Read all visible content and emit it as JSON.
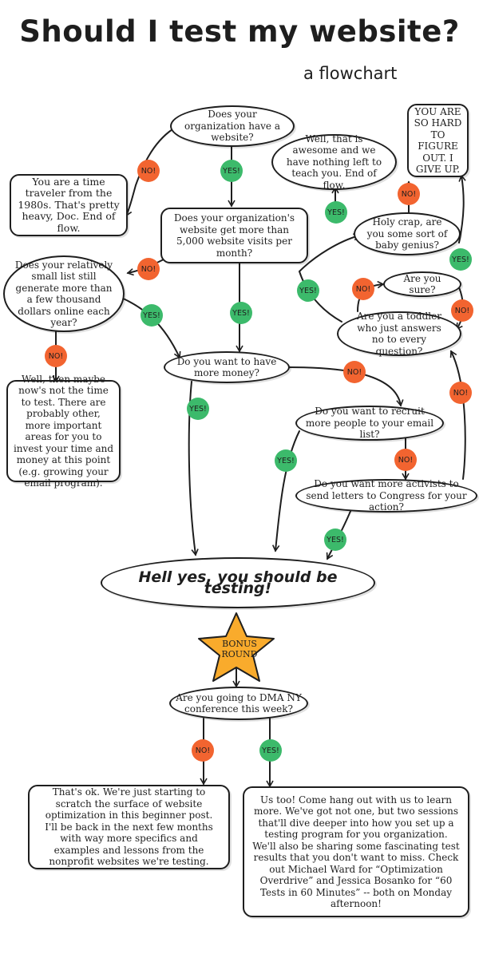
{
  "header": {
    "title": "Should I test my website?",
    "subtitle": "a flowchart"
  },
  "nodes": {
    "q_website": "Does your organization have a website?",
    "time_traveler": "You are a time traveler from the 1980s. That's pretty heavy, Doc. End of flow.",
    "q_visits": "Does your organization's website get more than 5,000 website visits per month?",
    "q_small_list": "Does your relatively small list still generate more than a few thousand dollars online each year?",
    "maybe_not": "Well, then maybe now's not the time to test. There are probably other, more important areas for you to invest your time and money at this point (e.g. growing your email program).",
    "q_money": "Do you want to have more money?",
    "q_email": "Do you want to recruit more people to your email list?",
    "q_activists": "Do you want more activists to send letters to Congress for your action?",
    "awesome": "Well, that is awesome and we have nothing left to teach you. End of flow.",
    "give_up": "YOU ARE SO HARD TO FIGURE OUT. I GIVE UP.",
    "baby_genius": "Holy crap, are you some sort of baby genius?",
    "are_you_sure": "Are you sure?",
    "toddler": "Are you a toddler who just answers no to every question?",
    "hell_yes": "Hell yes, you should be testing!",
    "bonus": "BONUS ROUND",
    "q_dma": "Are you going to DMA NY conference this week?",
    "thats_ok": "That's ok. We're just starting to scratch the surface of website optimization in this beginner post. I'll be back in the next few months with way more specifics and examples and lessons from the nonprofit websites we're testing.",
    "us_too": "Us too! Come hang out with us to learn more. We've got not one, but two sessions that'll dive deeper into how you set up a testing program for you organization. We'll also be sharing some fascinating test results that you don't want to miss. Check out Michael Ward for “Optimization Overdrive” and Jessica Bosanko for “60 Tests in 60 Minutes” -- both on Monday afternoon!"
  },
  "badges": {
    "no": "NO!",
    "yes": "YES!"
  },
  "colors": {
    "no": "#f26430",
    "yes": "#3cba6b",
    "star": "#f9ab2c",
    "ink": "#1e1e1e"
  }
}
